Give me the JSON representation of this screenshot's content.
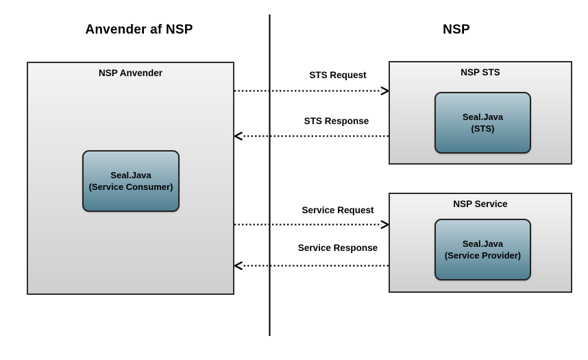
{
  "diagram": {
    "left_lane": {
      "title": "Anvender af NSP",
      "box": {
        "label": "NSP Anvender",
        "component": {
          "line1": "Seal.Java",
          "line2": "(Service Consumer)"
        }
      }
    },
    "right_lane": {
      "title": "NSP",
      "boxes": [
        {
          "label": "NSP STS",
          "component": {
            "line1": "Seal.Java",
            "line2": "(STS)"
          }
        },
        {
          "label": "NSP Service",
          "component": {
            "line1": "Seal.Java",
            "line2": "(Service Provider)"
          }
        }
      ]
    },
    "messages": [
      {
        "label": "STS Request",
        "from": "NSP Anvender",
        "to": "NSP STS",
        "direction": "right",
        "style": "dotted"
      },
      {
        "label": "STS Response",
        "from": "NSP STS",
        "to": "NSP Anvender",
        "direction": "left",
        "style": "dotted"
      },
      {
        "label": "Service Request",
        "from": "NSP Anvender",
        "to": "NSP Service",
        "direction": "right",
        "style": "dotted"
      },
      {
        "label": "Service Response",
        "from": "NSP Service",
        "to": "NSP Anvender",
        "direction": "left",
        "style": "dotted"
      }
    ],
    "colors": {
      "box_border": "#2d2d2d",
      "box_gradient_top": "#f4f4f4",
      "box_gradient_bottom": "#cfcfcf",
      "component_gradient_top": "#bccfd7",
      "component_gradient_bottom": "#4f7f91",
      "line_color": "#0a0a0a"
    }
  }
}
